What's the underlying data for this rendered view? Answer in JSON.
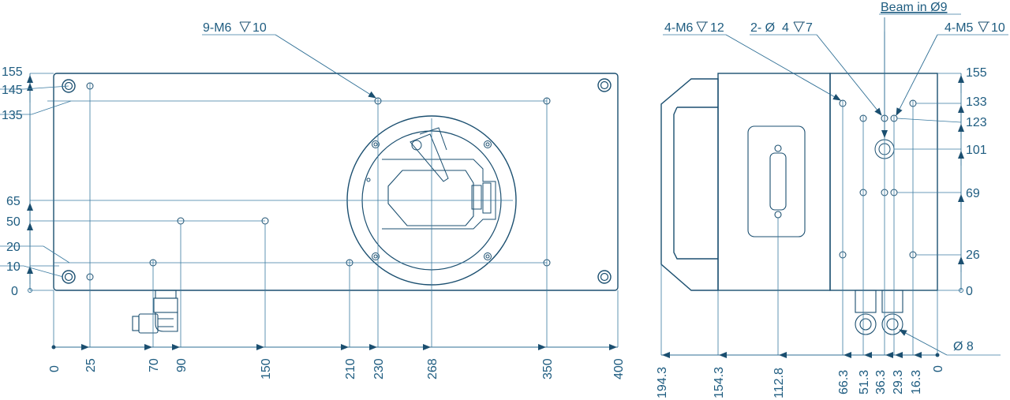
{
  "front_view": {
    "callout_threads": "9-M6",
    "callout_depth": "10",
    "y_labels": [
      "155",
      "145",
      "135",
      "65",
      "50",
      "20",
      "10",
      "0"
    ],
    "x_labels": [
      "0",
      "25",
      "70",
      "90",
      "150",
      "210",
      "230",
      "268",
      "350",
      "400"
    ]
  },
  "side_view": {
    "callout_left_threads": "4-M6",
    "callout_left_depth": "12",
    "callout_holes_prefix": "2- Ø  4",
    "callout_holes_depth": "7",
    "callout_beam": "Beam in Ø9",
    "callout_right_threads": "4-M5",
    "callout_right_depth": "10",
    "y_labels": [
      "155",
      "133",
      "123",
      "101",
      "69",
      "26",
      "0"
    ],
    "x_labels": [
      "194.3",
      "154.3",
      "112.8",
      "66.3",
      "51.3",
      "36.3",
      "29.3",
      "16.3",
      "0"
    ],
    "diameter_label": "Ø 8"
  },
  "colors": {
    "line": "#1b4f70",
    "text": "#1e5c80",
    "background": "#ffffff"
  }
}
